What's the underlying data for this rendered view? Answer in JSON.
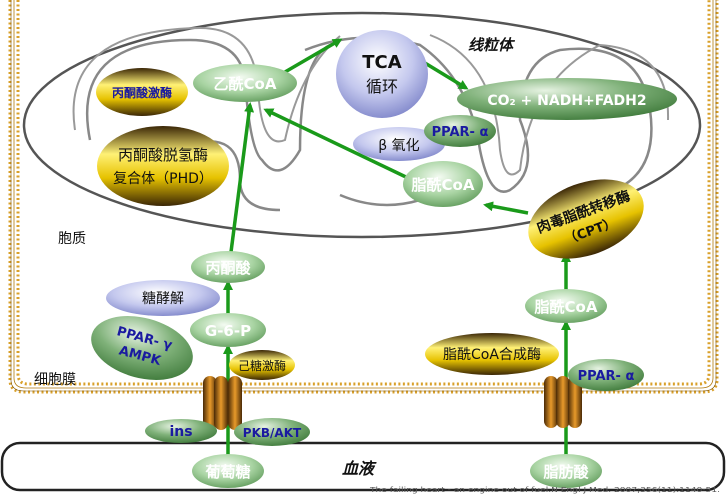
{
  "labels": {
    "mitochondrion": "线粒体",
    "cytoplasm": "胞质",
    "cell_membrane": "细胞膜",
    "blood": "血液",
    "citation": "The failing heart - an engine out of fuel.N Engl J Med. 2007;356(11):1140-51."
  },
  "nodes": {
    "pyruvate_kinase": "丙酮酸激酶",
    "acetyl_coa": "乙酰CoA",
    "tca_line1": "TCA",
    "tca_line2": "循环",
    "products": "CO₂ + NADH+FADH2",
    "pdh_line1": "丙酮酸脱氢酶",
    "pdh_line2": "复合体（PHD）",
    "beta_oxidation": "β 氧化",
    "ppar_alpha_mito": "PPAR- α",
    "fatty_acyl_coa_mito": "脂酰CoA",
    "cpt_line1": "肉毒脂酰转移酶",
    "cpt_line2": "（CPT）",
    "pyruvate": "丙酮酸",
    "glycolysis": "糖酵解",
    "g6p": "G-6-P",
    "ppar_gamma_line1": "PPAR- γ",
    "ppar_gamma_line2": "AMPK",
    "hexokinase": "己糖激酶",
    "ins": "ins",
    "pkb_akt": "PKB/AKT",
    "glucose": "葡萄糖",
    "fatty_acyl_coa_cyto": "脂酰CoA",
    "acyl_coa_synthase": "脂酰CoA合成酶",
    "ppar_alpha_membrane": "PPAR- α",
    "fatty_acid": "脂肪酸"
  },
  "colors": {
    "green_node": "#8fbf8a",
    "arrow": "#1a9a1a",
    "membrane": "#d9a02a",
    "gold_enzyme": "#e8c400",
    "lavender": "#aab0e0",
    "text_white": "#ffffff",
    "text_blue": "#1a1aa0"
  }
}
